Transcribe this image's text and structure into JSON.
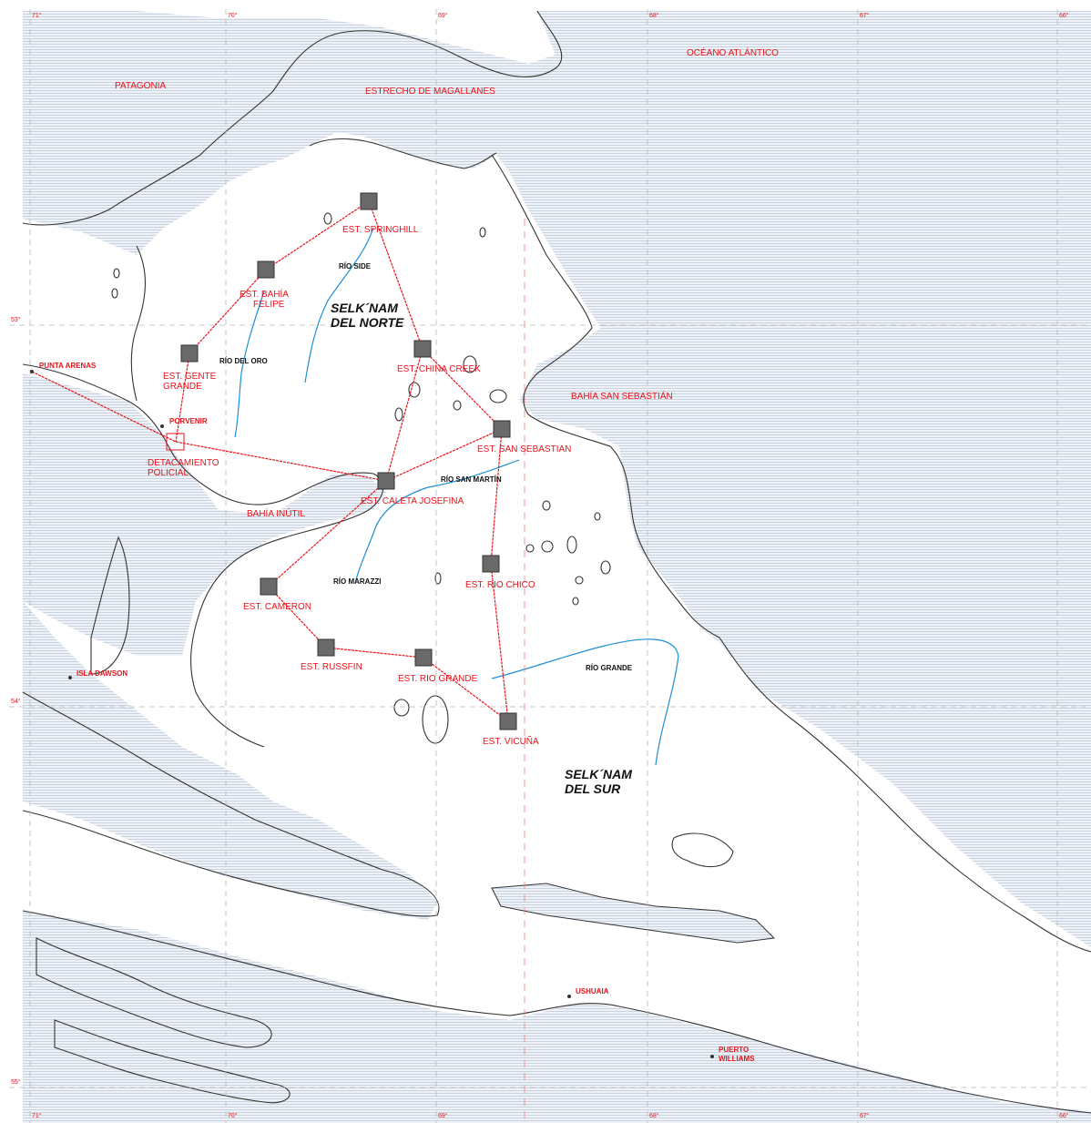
{
  "graticule": {
    "lon_labels": [
      "71°",
      "70°",
      "69°",
      "68°",
      "67°",
      "66°"
    ],
    "lat_labels": [
      "53°",
      "54°",
      "55°"
    ]
  },
  "water_labels": {
    "patagonia": "PATAGONIA",
    "estrecho": "ESTRECHO DE MAGALLANES",
    "oceano": "OCÉANO ATLÁNTICO",
    "bahia_san_sebastian": "BAHÍA SAN SEBASTIÁN",
    "bahia_inutil": "BAHÍA INÚTIL"
  },
  "regions": {
    "norte_line1": "SELK´NAM",
    "norte_line2": "DEL NORTE",
    "sur_line1": "SELK´NAM",
    "sur_line2": "DEL SUR"
  },
  "rivers": {
    "side": "RÍO SIDE",
    "oro": "RÍO DEL ORO",
    "san_martin": "RÍO SAN MARTÍN",
    "marazzi": "RÍO MARAZZI",
    "grande": "RÍO GRANDE"
  },
  "towns": {
    "punta_arenas": "PUNTA ARENAS",
    "porvenir": "PORVENIR",
    "isla_dawson": "ISLA DAWSON",
    "ushuaia": "USHUAIA",
    "puerto_williams_1": "PUERTO",
    "puerto_williams_2": "WILLIAMS"
  },
  "stations": {
    "springhill": "EST. SPRINGHILL",
    "bahia_felipe_1": "EST. BAHÍA",
    "bahia_felipe_2": "FELIPE",
    "gente_grande_1": "EST. GENTE",
    "gente_grande_2": "GRANDE",
    "china_creek": "EST. CHINA CREEK",
    "san_sebastian": "EST. SAN SEBASTIAN",
    "caleta_josefina": "EST. CALETA JOSEFINA",
    "rio_chico": "EST. RIO CHICO",
    "cameron": "EST. CAMERON",
    "russfin": "EST. RUSSFIN",
    "rio_grande": "EST. RIO GRANDE",
    "vicuna": "EST. VICUÑA",
    "detacamento_1": "DETACAMIENTO",
    "detacamento_2": "POLICIAL"
  },
  "colors": {
    "route": "#e8131b",
    "river": "#1e8fd6",
    "coast": "#333333",
    "water_hatch": "#c7d3e0",
    "station_fill": "#6a6a6a"
  }
}
